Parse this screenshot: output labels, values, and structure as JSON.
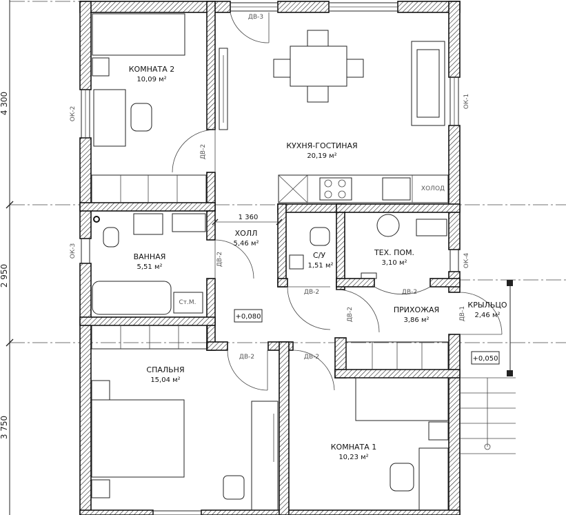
{
  "rooms": {
    "room2": {
      "name": "КОМНАТА 2",
      "area": "10,09 м²"
    },
    "kitchen": {
      "name": "КУХНЯ-ГОСТИНАЯ",
      "area": "20,19 м²"
    },
    "bath": {
      "name": "ВАННАЯ",
      "area": "5,51 м²"
    },
    "hall": {
      "name": "ХОЛЛ",
      "area": "5,46 м²"
    },
    "wc": {
      "name": "С/У",
      "area": "1,51 м²"
    },
    "tech": {
      "name": "ТЕХ. ПОМ.",
      "area": "3,10 м²"
    },
    "entry": {
      "name": "ПРИХОЖАЯ",
      "area": "3,86 м²"
    },
    "porch": {
      "name": "КРЫЛЬЦО",
      "area": "2,46 м²"
    },
    "bedroom": {
      "name": "СПАЛЬНЯ",
      "area": "15,04 м²"
    },
    "room1": {
      "name": "КОМНАТА 1",
      "area": "10,23 м²"
    }
  },
  "doors": {
    "dv1": "ДВ-1",
    "dv2": "ДВ-2",
    "dv3": "ДВ-3"
  },
  "windows": {
    "ok1": "ОК-1",
    "ok2": "ОК-2",
    "ok3": "ОК-3",
    "ok4": "ОК-4"
  },
  "dimensions": {
    "d1": "4 300",
    "d2": "2 950",
    "d3": "3 750",
    "hall_width": "1 360"
  },
  "levels": {
    "main": "+0,080",
    "porch": "+0,050"
  },
  "labels": {
    "fridge": "ХОЛОД",
    "washer": "Ст.М."
  }
}
